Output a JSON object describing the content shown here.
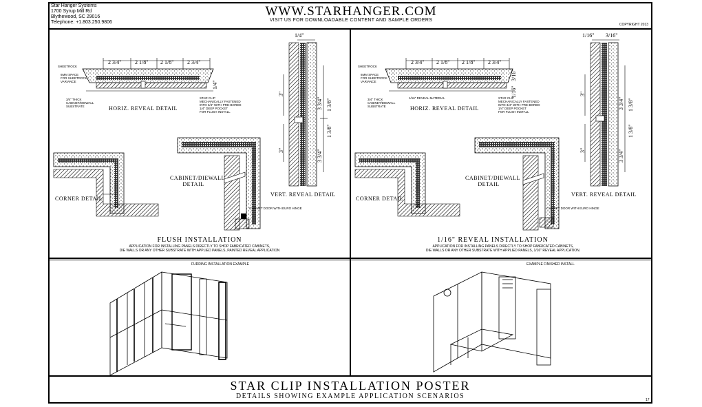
{
  "header": {
    "company_lines": [
      "Star Hanger Systems",
      "1700 Syrup Mill Rd",
      "Blythewood, SC 29016",
      "Telephone: +1.803.250.9806"
    ],
    "website": "WWW.STARHANGER.COM",
    "tagline": "VISIT US FOR DOWNLOADABLE CONTENT AND SAMPLE ORDERS",
    "copyright": "COPYRIGHT 2013"
  },
  "flush": {
    "dims_h": [
      "2 3/4\"",
      "2 1/8\"",
      "2 1/8\"",
      "2 3/4\""
    ],
    "dim_quarter_side": "1/4\"",
    "dim_quarter_top": "1/4\"",
    "vert_dims": [
      "3\"",
      "3 3/4\"",
      "1 3/8\"",
      "1 3/8\"",
      "3\"",
      "3 3/4\""
    ],
    "notes": {
      "sheetrock": "SHEETROCK",
      "space": "6MM SPACE\nFOR SHEETROCK\nVARIANCE",
      "substrate": "3/4\" THICK\nCABINET/DIEWALL\nSUBSTRATE",
      "clip": "STAR CLIP\nMECHANICALLY FASTENED\nINTO 3/4\" WITH PRE-BORED\n1/4\" DEEP POCKET\nFOR FLUSH INSTALL",
      "door": "CABINET DOOR WITH EURO HINGE"
    },
    "labels": {
      "horiz": "HORIZ. REVEAL DETAIL",
      "corner": "CORNER DETAIL",
      "cabinet": "CABINET/DIEWALL\nDETAIL",
      "vert": "VERT. REVEAL DETAIL"
    },
    "title": "FLUSH INSTALLATION",
    "application": "APPLICATION FOR INSTALLING PANELS DIRECTLY TO SHOP FABRICATED CABINETS,\nDIE WALLS OR ANY OTHER SUBSTRATE WITH APPLIED PANELS, PAINTED REVEAL APPLICATION"
  },
  "reveal": {
    "dims_h": [
      "2 3/4\"",
      "2 1/8\"",
      "2 1/8\"",
      "2 3/4\""
    ],
    "dim_top_a": "1/16\"",
    "dim_top_b": "3/16\"",
    "dim_side_a": "3/16\"",
    "dim_side_b": "1/16\"",
    "vert_dims": [
      "3\"",
      "3 3/4\"",
      "1 3/8\"",
      "1 3/8\"",
      "3\"",
      "3 3/4\""
    ],
    "notes": {
      "sheetrock": "SHEETROCK",
      "space": "6MM SPACE\nFOR SHEETROCK\nVARIANCE",
      "reveal_material": "1/16\" REVEAL MATERIAL",
      "substrate": "3/4\" THICK\nCABINET/DIEWALL\nSUBSTRATE",
      "clip": "STAR CLIP\nMECHANICALLY FASTENED\nINTO 3/4\" WITH PRE-BORED\n1/4\" DEEP POCKET\nFOR FLUSH INSTALL",
      "door": "CABINET DOOR WITH EURO HINGE"
    },
    "labels": {
      "horiz": "HORIZ. REVEAL DETAIL",
      "corner": "CORNER DETAIL",
      "cabinet": "CABINET/DIEWALL\nDETAIL",
      "vert": "VERT. REVEAL DETAIL"
    },
    "title": "1/16\" REVEAL INSTALLATION",
    "application": "APPLICATION FOR INSTALLING PANELS DIRECTLY TO SHOP FABRICATED CABINETS,\nDIE WALLS OR ANY OTHER SUBSTRATE WITH APPLIED PANELS, 1/16\" REVEAL APPLICATION."
  },
  "furring": {
    "title": "FURRING INSTALLATION EXAMPLE"
  },
  "finished": {
    "title": "EXAMPLE FINISHED INSTALL"
  },
  "poster": {
    "title": "STAR CLIP INSTALLATION POSTER",
    "subtitle": "DETAILS SHOWING EXAMPLE APPLICATION SCENARIOS",
    "page": "17"
  }
}
